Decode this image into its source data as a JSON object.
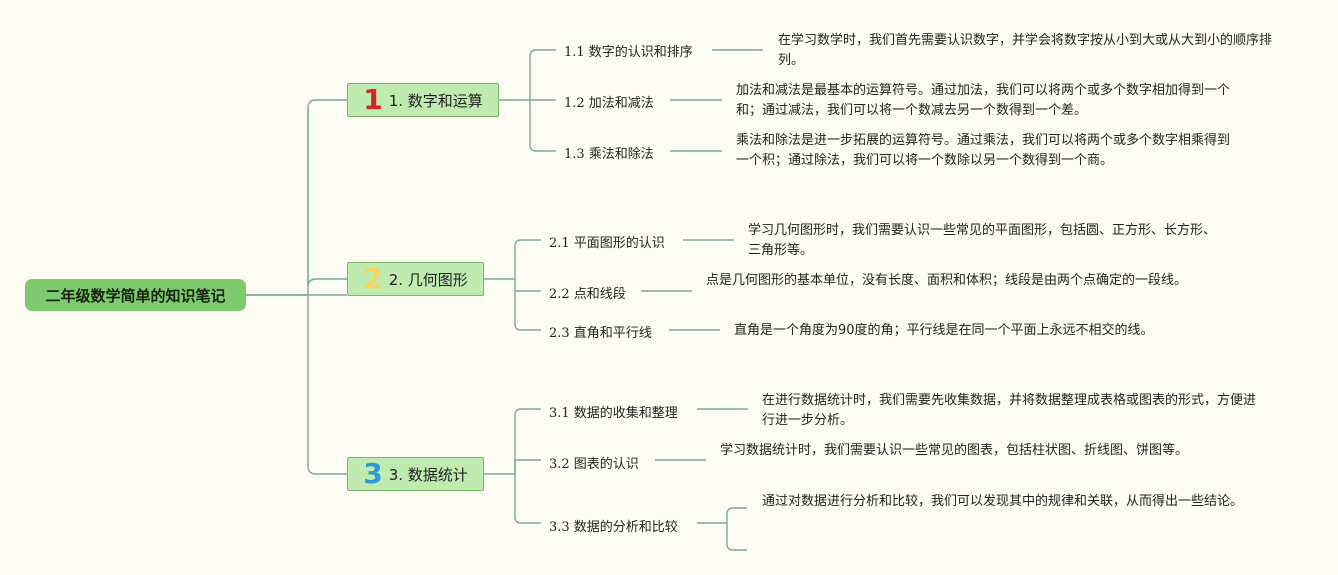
{
  "root": {
    "title": "二年级数学简单的知识笔记"
  },
  "branches": [
    {
      "number": "1",
      "label": "1. 数字和运算",
      "items": [
        {
          "label": "1.1 数字的认识和排序",
          "desc": "在学习数学时，我们首先需要认识数字，并学会将数字按从小到大或从大到小的顺序排列。"
        },
        {
          "label": "1.2 加法和减法",
          "desc": "加法和减法是最基本的运算符号。通过加法，我们可以将两个或多个数字相加得到一个和；通过减法，我们可以将一个数减去另一个数得到一个差。"
        },
        {
          "label": "1.3 乘法和除法",
          "desc": "乘法和除法是进一步拓展的运算符号。通过乘法，我们可以将两个或多个数字相乘得到一个积；通过除法，我们可以将一个数除以另一个数得到一个商。"
        }
      ]
    },
    {
      "number": "2",
      "label": "2. 几何图形",
      "items": [
        {
          "label": "2.1 平面图形的认识",
          "desc": "学习几何图形时，我们需要认识一些常见的平面图形，包括圆、正方形、长方形、三角形等。"
        },
        {
          "label": "2.2 点和线段",
          "desc": "点是几何图形的基本单位，没有长度、面积和体积；线段是由两个点确定的一段线。"
        },
        {
          "label": "2.3 直角和平行线",
          "desc": "直角是一个角度为90度的角；平行线是在同一个平面上永远不相交的线。"
        }
      ]
    },
    {
      "number": "3",
      "label": "3. 数据统计",
      "items": [
        {
          "label": "3.1 数据的收集和整理",
          "desc": "在进行数据统计时，我们需要先收集数据，并将数据整理成表格或图表的形式，方便进行进一步分析。"
        },
        {
          "label": "3.2 图表的认识",
          "desc": "学习数据统计时，我们需要认识一些常见的图表，包括柱状图、折线图、饼图等。"
        },
        {
          "label": "3.3 数据的分析和比较",
          "desc": "通过对数据进行分析和比较，我们可以发现其中的规律和关联，从而得出一些结论。"
        }
      ]
    }
  ]
}
